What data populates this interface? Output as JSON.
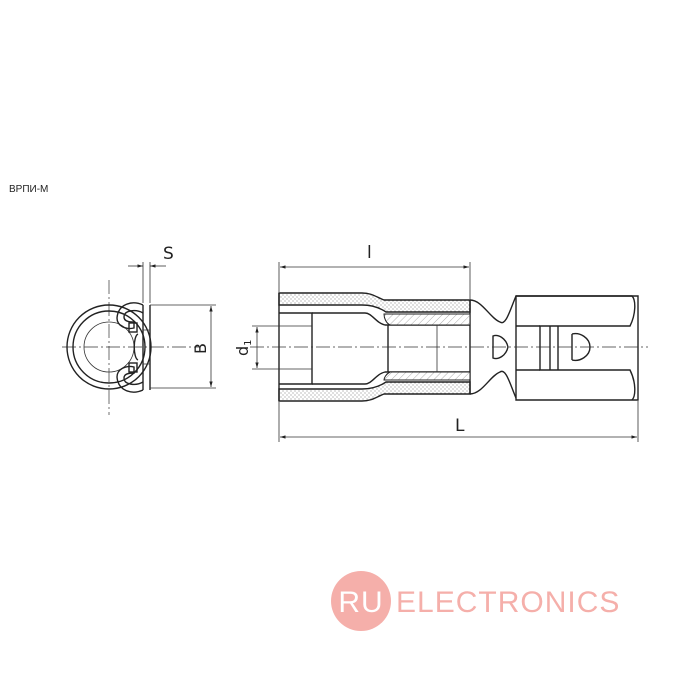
{
  "title": "ВРПИ-М",
  "dimensions": {
    "S": "S",
    "B": "B",
    "l": "l",
    "d": "d",
    "d_sub": "1",
    "L": "L"
  },
  "watermark": {
    "badge": "RU",
    "text": "ELECTRONICS",
    "color": "#f4a7a1"
  }
}
